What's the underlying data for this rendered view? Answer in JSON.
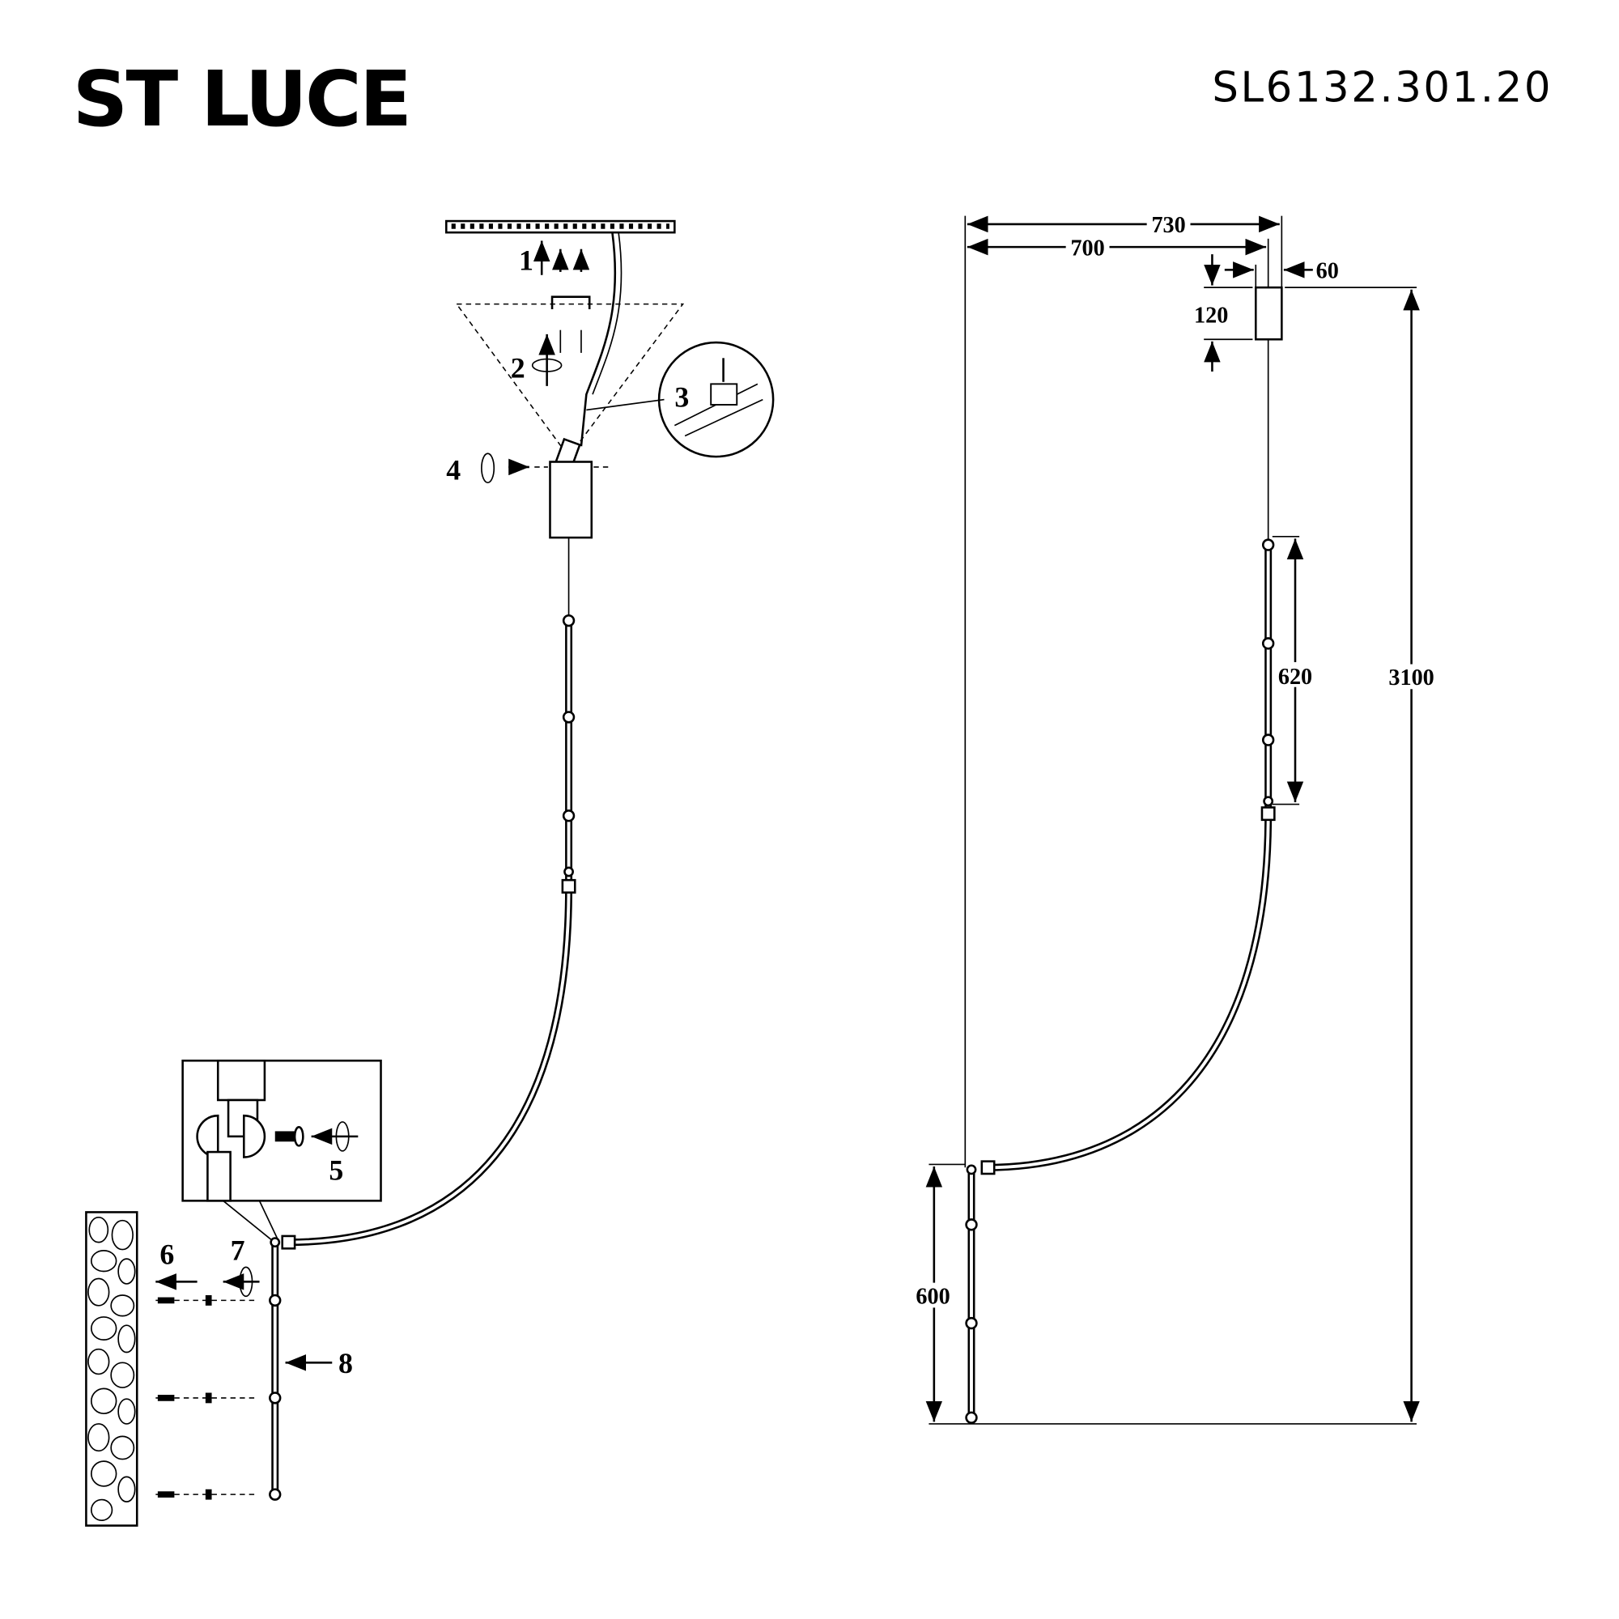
{
  "header": {
    "brand": "ST LUCE",
    "model": "SL6132.301.20"
  },
  "assembly_steps": [
    "1",
    "2",
    "3",
    "4",
    "5",
    "6",
    "7",
    "8"
  ],
  "dimensions": {
    "overall_width": "730",
    "width_to_canopy": "700",
    "canopy_width": "60",
    "canopy_height": "120",
    "overall_height": "3100",
    "upper_rod": "620",
    "lower_rod": "600"
  }
}
